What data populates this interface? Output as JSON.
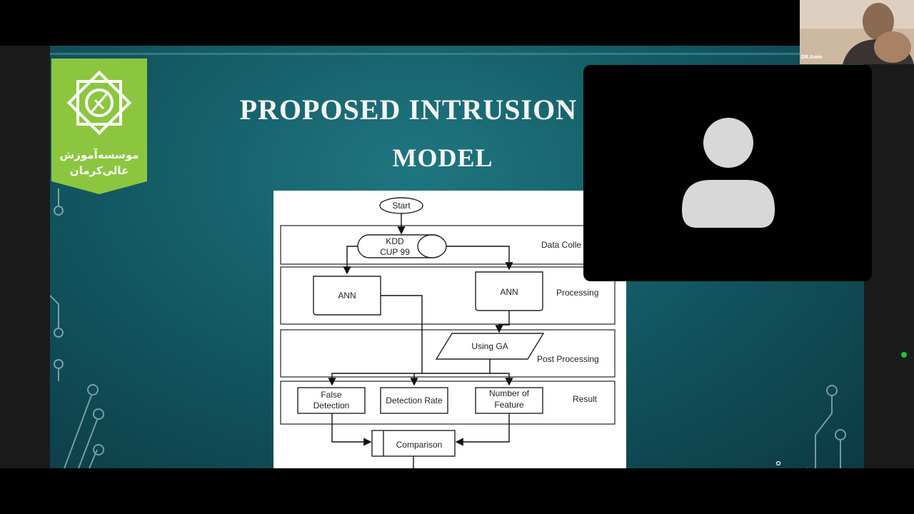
{
  "slide": {
    "title_line1": "PROPOSED INTRUSION DET",
    "title_line2": "MODEL",
    "logo_text_line1": "موسسه‌آموزش",
    "logo_text_line2": "عالی‌کرمان",
    "colors": {
      "background": "#135a64",
      "logo_green": "#8cc63f"
    }
  },
  "flowchart": {
    "start": "Start",
    "data_source_line1": "KDD",
    "data_source_line2": "CUP 99",
    "stage_data_collection": "Data Colle",
    "ann_left": "ANN",
    "ann_right": "ANN",
    "stage_processing": "Processing",
    "using_ga": "Using GA",
    "stage_post_processing": "Post Processing",
    "false_detection_line1": "False",
    "false_detection_line2": "Detection",
    "detection_rate": "Detection Rate",
    "number_feature_line1": "Number of",
    "number_feature_line2": "Feature",
    "stage_result": "Result",
    "comparison": "Comparison"
  },
  "participants": {
    "camera_name": "DR.Amin",
    "avatar_icon": "person-icon"
  }
}
